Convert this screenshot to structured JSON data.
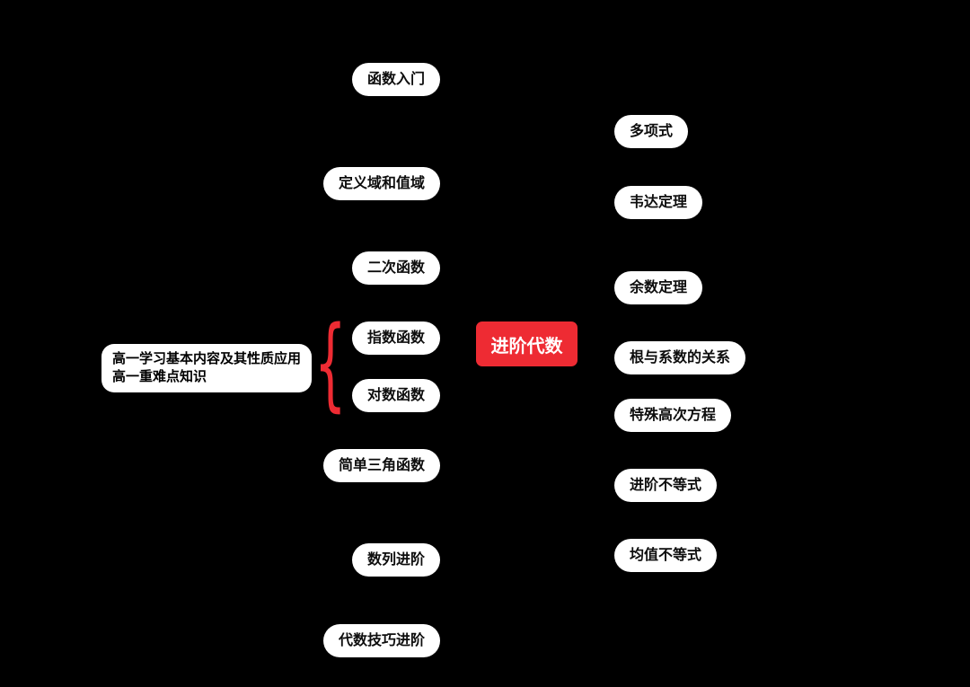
{
  "colors": {
    "bg": "#000000",
    "accent": "#ee2b33",
    "node_bg": "#ffffff",
    "node_text": "#0d0d0d"
  },
  "center": {
    "label": "进阶代数"
  },
  "note": {
    "line1": "高一学习基本内容及其性质应用",
    "line2": "高一重难点知识"
  },
  "icons": {
    "brace": "{"
  },
  "left_nodes": [
    {
      "label": "函数入门"
    },
    {
      "label": "定义域和值域"
    },
    {
      "label": "二次函数"
    },
    {
      "label": "指数函数"
    },
    {
      "label": "对数函数"
    },
    {
      "label": "简单三角函数"
    },
    {
      "label": "数列进阶"
    },
    {
      "label": "代数技巧进阶"
    }
  ],
  "right_nodes": [
    {
      "label": "多项式"
    },
    {
      "label": "韦达定理"
    },
    {
      "label": "余数定理"
    },
    {
      "label": "根与系数的关系"
    },
    {
      "label": "特殊高次方程"
    },
    {
      "label": "进阶不等式"
    },
    {
      "label": "均值不等式"
    }
  ]
}
